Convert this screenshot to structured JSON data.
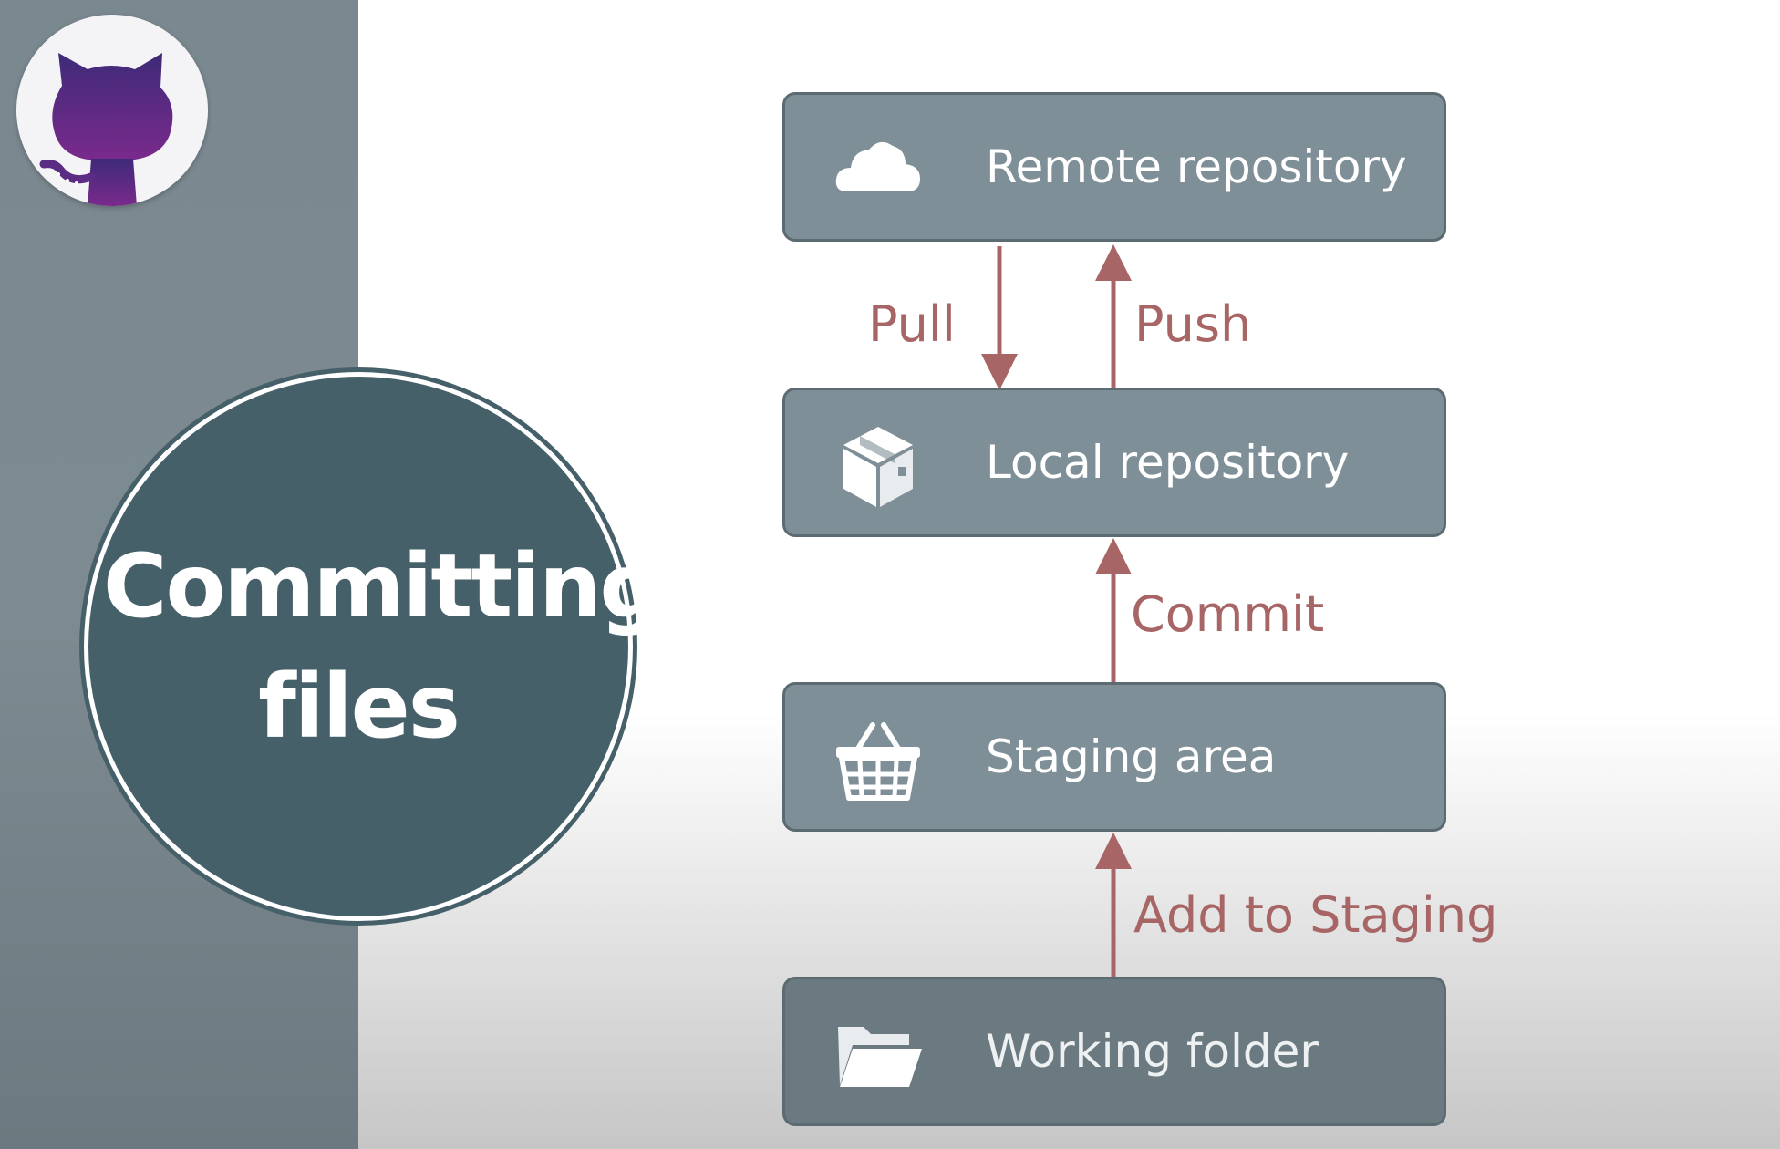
{
  "sidebar": {
    "logo_icon": "github-octocat-icon",
    "title_line1": "Committing",
    "title_line2": "files"
  },
  "diagram": {
    "nodes": [
      {
        "id": "remote",
        "label": "Remote repository",
        "icon": "cloud-icon"
      },
      {
        "id": "local",
        "label": "Local repository",
        "icon": "package-box-icon"
      },
      {
        "id": "staging",
        "label": "Staging area",
        "icon": "basket-icon"
      },
      {
        "id": "working",
        "label": "Working folder",
        "icon": "folder-open-icon"
      }
    ],
    "edges": [
      {
        "from": "remote",
        "to": "local",
        "label": "Pull"
      },
      {
        "from": "local",
        "to": "remote",
        "label": "Push"
      },
      {
        "from": "staging",
        "to": "local",
        "label": "Commit"
      },
      {
        "from": "working",
        "to": "staging",
        "label": "Add to Staging"
      }
    ],
    "colors": {
      "box_fill": "#7f8f98",
      "box_border": "#5c6a71",
      "arrow": "#a86565",
      "title_circle": "#466069",
      "sidebar": "#7a8890",
      "logo_purple": "#5b2c83"
    }
  }
}
